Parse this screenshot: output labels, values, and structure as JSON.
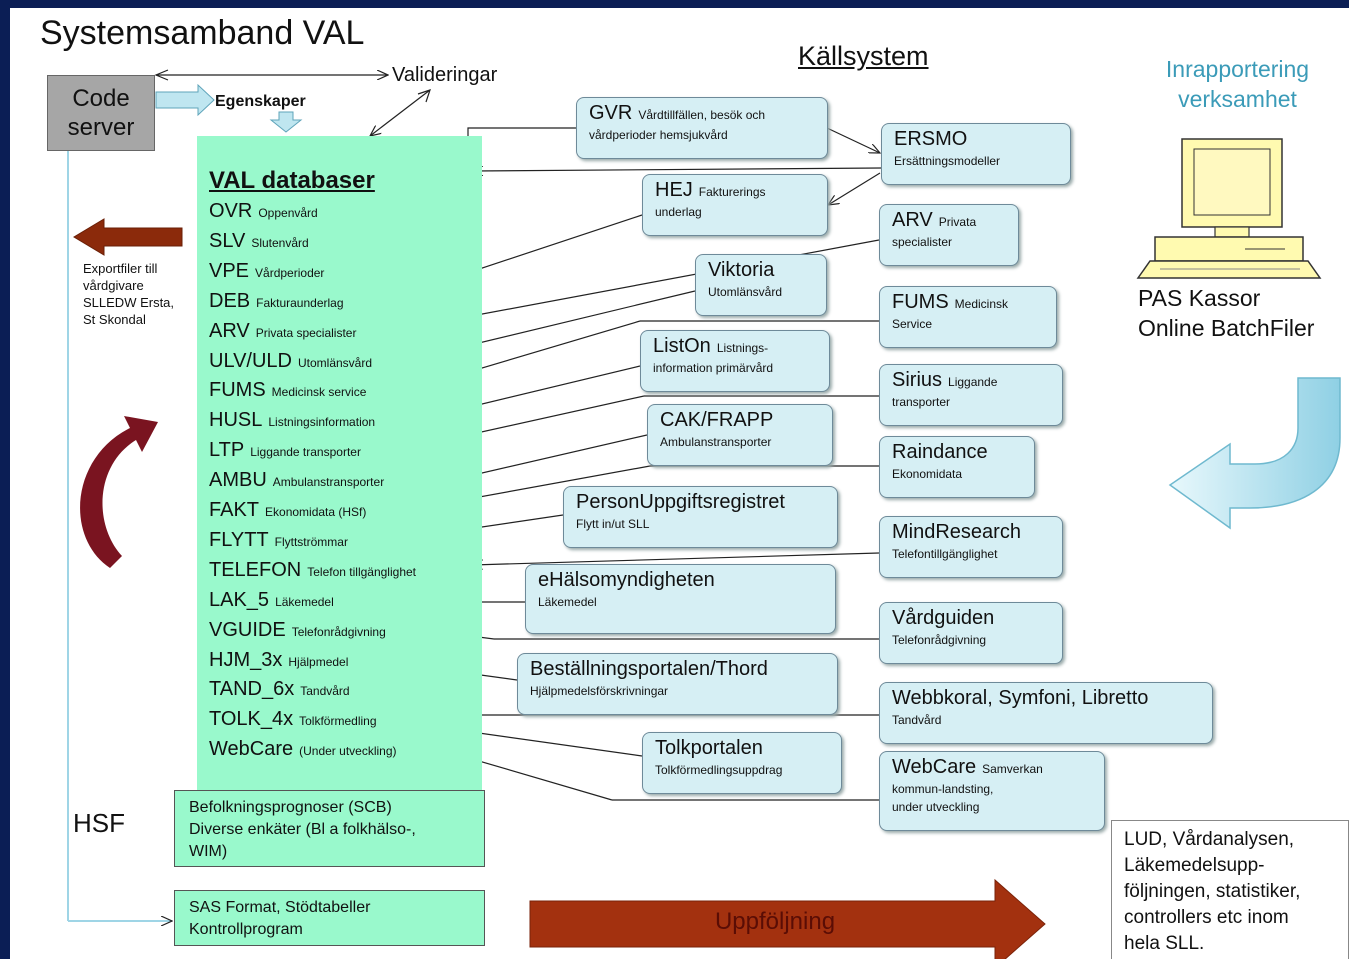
{
  "title": "Systemsamband VAL",
  "kallsystem": "Källsystem",
  "inrapportering": [
    "Inrapportering",
    "verksamhet"
  ],
  "code_server": [
    "Code",
    "server"
  ],
  "egenskaper": "Egenskaper",
  "valideringar": "Valideringar",
  "database": {
    "title": "VAL  databaser",
    "items": [
      {
        "code": "OVR",
        "desc": "Oppenvård"
      },
      {
        "code": "SLV",
        "desc": "Slutenvård"
      },
      {
        "code": "VPE",
        "desc": "Vårdperioder"
      },
      {
        "code": "DEB",
        "desc": "Fakturaunderlag"
      },
      {
        "code": "ARV",
        "desc": "Privata  specialister"
      },
      {
        "code": "ULV/ULD",
        "desc": "Utomlänsvård"
      },
      {
        "code": "FUMS",
        "desc": "Medicinsk service"
      },
      {
        "code": "HUSL",
        "desc": "Listningsinformation"
      },
      {
        "code": "LTP",
        "desc": "Liggande  transporter"
      },
      {
        "code": "AMBU",
        "desc": "Ambulanstransporter"
      },
      {
        "code": "FAKT",
        "desc": "Ekonomidata  (HSf)"
      },
      {
        "code": "FLYTT",
        "desc": "Flyttströmmar"
      },
      {
        "code": "TELEFON",
        "desc": "Telefon  tillgänglighet"
      },
      {
        "code": "LAK_5",
        "desc": "Läkemedel"
      },
      {
        "code": "VGUIDE",
        "desc": "Telefonrådgivning"
      },
      {
        "code": "HJM_3x",
        "desc": "Hjälpmedel"
      },
      {
        "code": "TAND_6x",
        "desc": "Tandvård"
      },
      {
        "code": "TOLK_4x",
        "desc": "Tolkförmedling"
      },
      {
        "code": "WebCare",
        "desc": "(Under  utveckling)"
      }
    ]
  },
  "export_text": [
    "Exportfiler  till",
    "vårdgivare",
    "SLLEDW  Ersta,",
    "St  Skondal"
  ],
  "hsf": "HSF",
  "befolkning": [
    "Befolkningsprognoser  (SCB)",
    "Diverse  enkäter  (Bl a  folkhälso-,",
    "WIM)"
  ],
  "sas": [
    "SAS  Format,  Stödtabeller",
    "Kontrollprogram"
  ],
  "sources_left": [
    {
      "name": "GVR",
      "desc": "Vårdtillfällen,  besök  och",
      "desc2": "vårdperioder  hemsjukvård"
    },
    {
      "name": "HEJ",
      "desc": "Fakturerings",
      "desc2": "underlag"
    },
    {
      "name": "Viktoria",
      "desc": "",
      "desc2": "Utomlänsvård"
    },
    {
      "name": "ListOn",
      "desc": "Listnings-",
      "desc2": "information  primärvård"
    },
    {
      "name": "CAK/FRAPP",
      "desc": "",
      "desc2": "Ambulanstransporter"
    },
    {
      "name": "PersonUppgiftsregistret",
      "desc": "",
      "desc2": "Flytt in/ut  SLL"
    },
    {
      "name": "eHälsomyndigheten",
      "desc": "",
      "desc2": "Läkemedel"
    },
    {
      "name": "Beställningsportalen/Thord",
      "desc": "",
      "desc2": "Hjälpmedelsförskrivningar"
    },
    {
      "name": "Tolkportalen",
      "desc": "",
      "desc2": "Tolkförmedlingsuppdrag"
    }
  ],
  "sources_right": [
    {
      "name": "ERSMO",
      "desc": "",
      "desc2": "Ersättningsmodeller"
    },
    {
      "name": "ARV",
      "desc": "Privata",
      "desc2": "specialister"
    },
    {
      "name": "FUMS",
      "desc": "Medicinsk",
      "desc2": "Service"
    },
    {
      "name": "Sirius",
      "desc": "Liggande",
      "desc2": "transporter"
    },
    {
      "name": "Raindance",
      "desc": "",
      "desc2": "Ekonomidata"
    },
    {
      "name": "MindResearch",
      "desc": "",
      "desc2": "Telefontillgänglighet"
    },
    {
      "name": "Vårdguiden",
      "desc": "",
      "desc2": "Telefonrådgivning"
    },
    {
      "name": "Webbkoral,  Symfoni,  Libretto",
      "desc": "",
      "desc2": "Tandvård"
    },
    {
      "name": "WebCare",
      "desc": "Samverkan",
      "desc2": "kommun-landsting,",
      "desc3": "under  utveckling"
    }
  ],
  "pas": [
    "PAS  Kassor",
    "Online  BatchFiler"
  ],
  "lud": [
    "LUD,  Vårdanalysen,",
    "Läkemedelsupp-",
    "följningen,  statistiker,",
    "controllers  etc  inom",
    "hela  SLL."
  ],
  "uppfoljning": "Uppföljning",
  "colors": {
    "db_green": "#99f9cc",
    "box_blue": "#d6eff4",
    "arrow_brown": "#8b2a0b",
    "accent_blue": "#3b9bb8"
  }
}
